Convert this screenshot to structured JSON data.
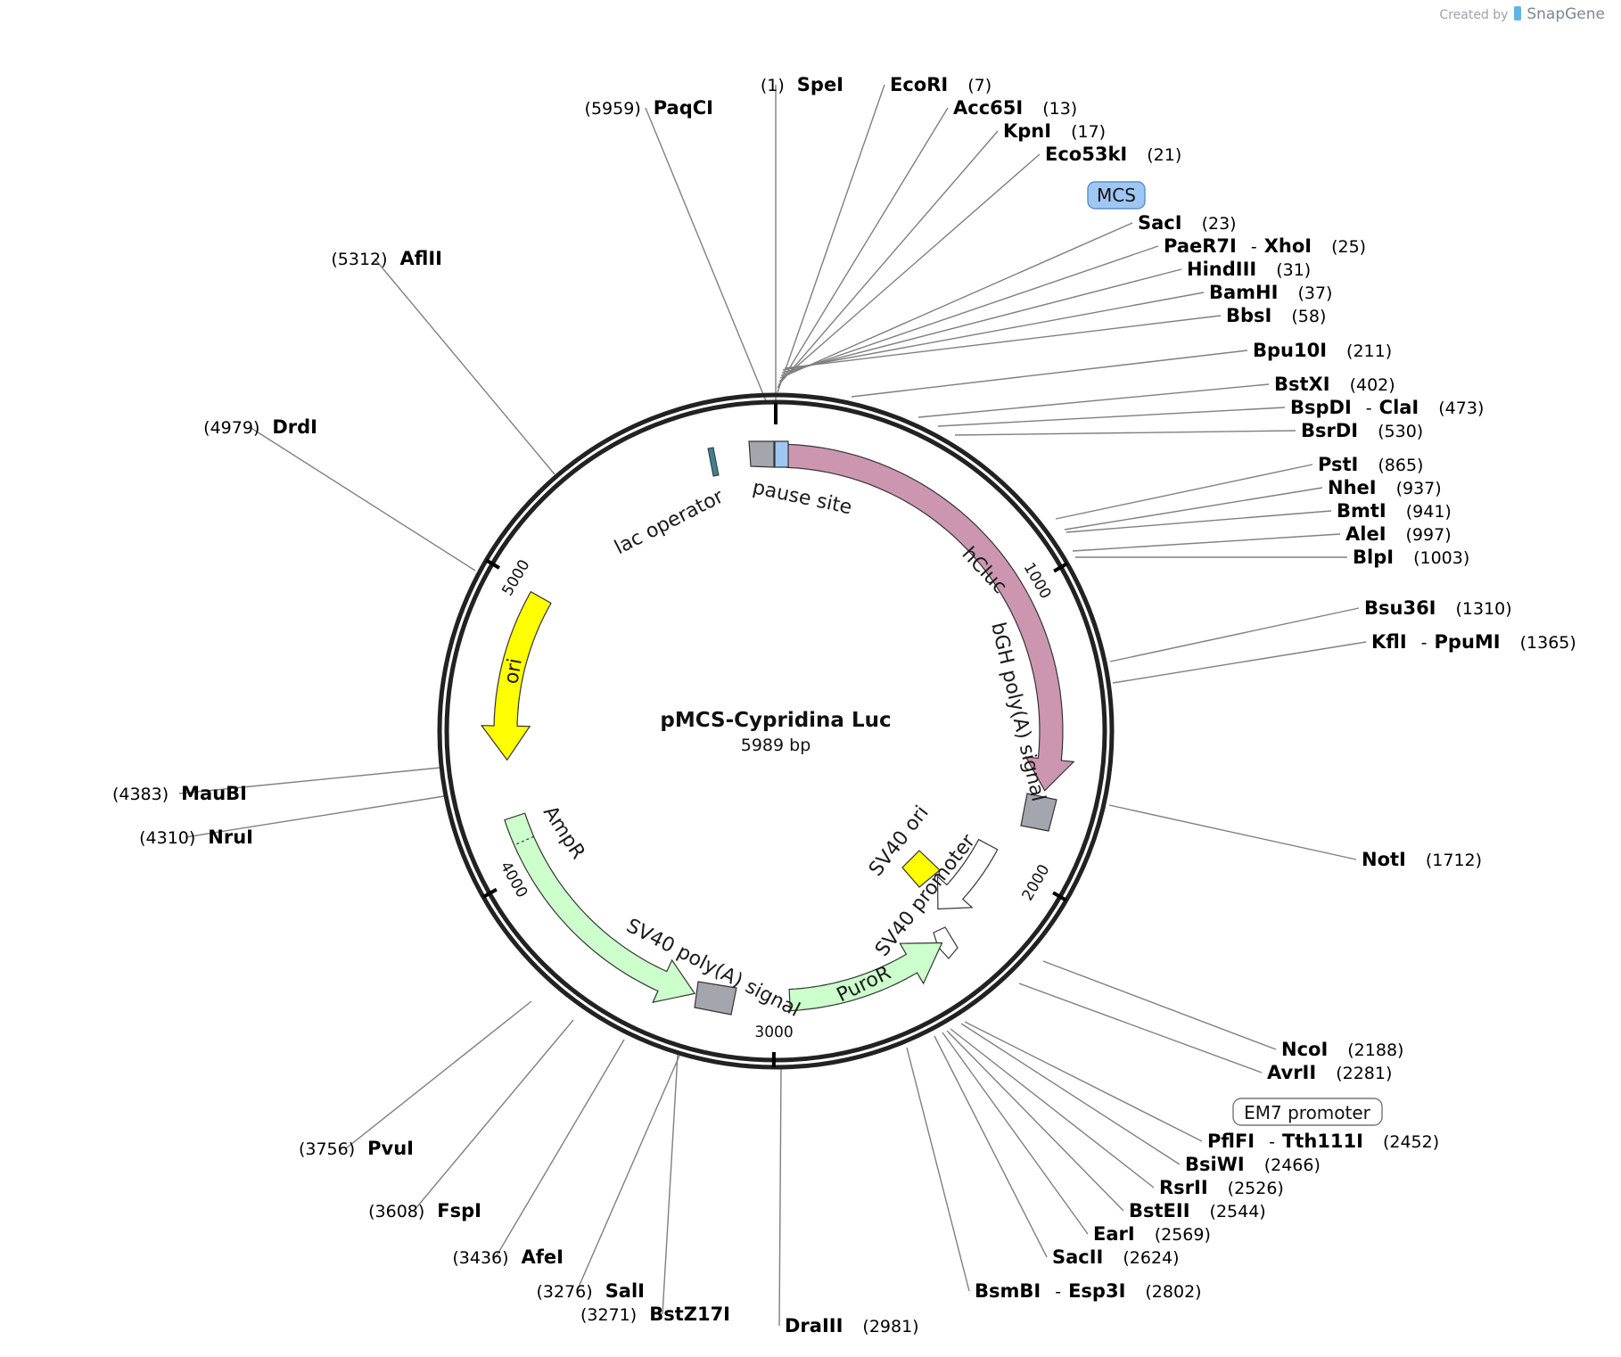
{
  "credit": {
    "created_by": "Created by",
    "brand": "SnapGene"
  },
  "plasmid": {
    "name": "pMCS-Cypridina Luc",
    "length_label": "5989 bp",
    "length": 5989
  },
  "ticks": [
    "1000",
    "2000",
    "3000",
    "4000",
    "5000"
  ],
  "tick_positions": [
    1000,
    2000,
    3000,
    4000,
    5000
  ],
  "features": [
    {
      "id": "hcluc",
      "label": "hCluc",
      "color": "#cc96b0",
      "start": 40,
      "end": 1705,
      "direction": "cw"
    },
    {
      "id": "bgh",
      "label": "bGH poly(A) signal",
      "color": "#a3a6ac",
      "start": 1730,
      "end": 1955,
      "direction": "none"
    },
    {
      "id": "sv40promoter",
      "label": "SV40 promoter",
      "color": "#ffffff",
      "start": 1960,
      "end": 2290,
      "direction": "cw"
    },
    {
      "id": "sv40ori",
      "label": "SV40 ori",
      "color": "#ffff00"
    },
    {
      "id": "em7",
      "label": "EM7 promoter",
      "color": "#ffffff",
      "start": 2300,
      "end": 2350,
      "direction": "cw"
    },
    {
      "id": "puror",
      "label": "PuroR",
      "color": "#ccffcc",
      "start": 2360,
      "end": 2960,
      "direction": "ccw"
    },
    {
      "id": "sv40polya",
      "label": "SV40 poly(A) signal",
      "color": "#a3a6ac",
      "start": 3140,
      "end": 3250,
      "direction": "none"
    },
    {
      "id": "ampr",
      "label": "AmpR",
      "color": "#ccffcc",
      "start": 3330,
      "end": 4190,
      "direction": "ccw"
    },
    {
      "id": "ori",
      "label": "ori",
      "color": "#ffff00",
      "start": 4390,
      "end": 4980,
      "direction": "ccw"
    },
    {
      "id": "lacop",
      "label": "lac operator",
      "color": "#3f8291",
      "start": 5730,
      "end": 5750,
      "direction": "none"
    },
    {
      "id": "pause",
      "label": "pause site",
      "color": "#a3a6ac",
      "start": 5880,
      "end": 5989,
      "direction": "none"
    },
    {
      "id": "mcs",
      "label": "MCS",
      "color": "#9fc7f3",
      "start": 0,
      "end": 38,
      "direction": "none"
    }
  ],
  "sites": [
    {
      "name": "SpeI",
      "pos": "(1)"
    },
    {
      "name": "PaqCI",
      "pos": "(5959)"
    },
    {
      "name": "EcoRI",
      "pos": "(7)"
    },
    {
      "name": "Acc65I",
      "pos": "(13)"
    },
    {
      "name": "KpnI",
      "pos": "(17)"
    },
    {
      "name": "Eco53kI",
      "pos": "(21)"
    },
    {
      "name": "SacI",
      "pos": "(23)"
    },
    {
      "name": "PaeR7I",
      "name2": "XhoI",
      "pos": "(25)"
    },
    {
      "name": "HindIII",
      "pos": "(31)"
    },
    {
      "name": "BamHI",
      "pos": "(37)"
    },
    {
      "name": "BbsI",
      "pos": "(58)"
    },
    {
      "name": "Bpu10I",
      "pos": "(211)"
    },
    {
      "name": "BstXI",
      "pos": "(402)"
    },
    {
      "name": "BspDI",
      "name2": "ClaI",
      "pos": "(473)"
    },
    {
      "name": "BsrDI",
      "pos": "(530)"
    },
    {
      "name": "PstI",
      "pos": "(865)"
    },
    {
      "name": "NheI",
      "pos": "(937)"
    },
    {
      "name": "BmtI",
      "pos": "(941)"
    },
    {
      "name": "AleI",
      "pos": "(997)"
    },
    {
      "name": "BlpI",
      "pos": "(1003)"
    },
    {
      "name": "Bsu36I",
      "pos": "(1310)"
    },
    {
      "name": "KflI",
      "name2": "PpuMI",
      "pos": "(1365)"
    },
    {
      "name": "NotI",
      "pos": "(1712)"
    },
    {
      "name": "NcoI",
      "pos": "(2188)"
    },
    {
      "name": "AvrII",
      "pos": "(2281)"
    },
    {
      "name": "PflFI",
      "name2": "Tth111I",
      "pos": "(2452)"
    },
    {
      "name": "BsiWI",
      "pos": "(2466)"
    },
    {
      "name": "RsrII",
      "pos": "(2526)"
    },
    {
      "name": "BstEII",
      "pos": "(2544)"
    },
    {
      "name": "EarI",
      "pos": "(2569)"
    },
    {
      "name": "SacII",
      "pos": "(2624)"
    },
    {
      "name": "BsmBI",
      "name2": "Esp3I",
      "pos": "(2802)"
    },
    {
      "name": "DraIII",
      "pos": "(2981)"
    },
    {
      "name": "SalI",
      "pos": "(3276)"
    },
    {
      "name": "BstZ17I",
      "pos": "(3271)"
    },
    {
      "name": "AfeI",
      "pos": "(3436)"
    },
    {
      "name": "FspI",
      "pos": "(3608)"
    },
    {
      "name": "PvuI",
      "pos": "(3756)"
    },
    {
      "name": "NruI",
      "pos": "(4310)"
    },
    {
      "name": "MauBI",
      "pos": "(4383)"
    },
    {
      "name": "DrdI",
      "pos": "(4979)"
    },
    {
      "name": "AflII",
      "pos": "(5312)"
    }
  ]
}
